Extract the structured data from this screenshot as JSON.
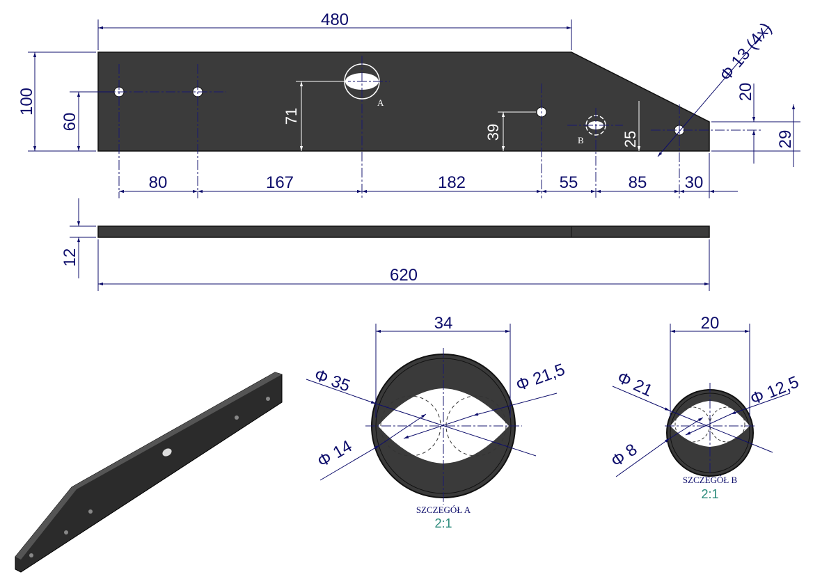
{
  "drawing": {
    "top_view": {
      "dims": {
        "overall_top_length": "480",
        "height": "100",
        "hole_row_height": "60",
        "hole_a_height": "71",
        "hole_39_height": "39",
        "hole_b_height": "25",
        "right_edge_20": "20",
        "right_edge_29": "29",
        "hole_diameter": "Φ 13 (4x)",
        "spacing": [
          "80",
          "167",
          "182",
          "55",
          "85",
          "30"
        ]
      },
      "labels": {
        "detail_a_marker": "A",
        "detail_b_marker": "B"
      }
    },
    "side_view": {
      "thickness": "12",
      "overall_length": "620"
    },
    "detail_a": {
      "width": "34",
      "outer_diameter": "Φ 35",
      "inner_diameter": "Φ 21,5",
      "small_diameter": "Φ 14",
      "title": "SZCZEGÓŁ A",
      "scale": "2:1"
    },
    "detail_b": {
      "width": "20",
      "outer_diameter": "Φ 21",
      "inner_diameter": "Φ 12,5",
      "small_diameter": "Φ 8",
      "title": "SZCZEGÓŁ B",
      "scale": "2:1"
    },
    "colors": {
      "dimension": "#0d0d6b",
      "part": "#3b3b3b",
      "scale": "#2a8a7a"
    }
  }
}
